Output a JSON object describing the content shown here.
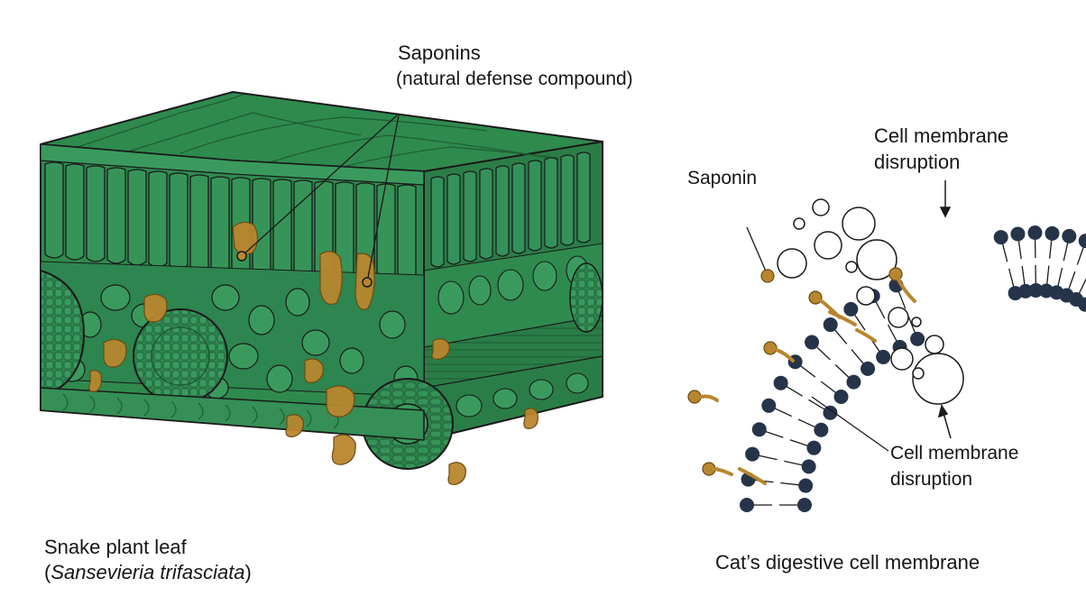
{
  "leaf": {
    "saponins_title": "Saponins",
    "saponins_subtitle": "(natural defense compound)",
    "caption_line1": "Snake plant leaf",
    "caption_open": "(",
    "caption_species": "Sansevieria trifasciata",
    "caption_close": ")"
  },
  "membrane": {
    "saponin_label": "Saponin",
    "disruption_top_line1": "Cell membrane",
    "disruption_top_line2": "disruption",
    "disruption_bottom_line1": "Cell membrane",
    "disruption_bottom_line2": "disruption",
    "caption": "Cat’s digestive cell membrane"
  },
  "colors": {
    "leaf_green": "#2f8a4e",
    "leaf_dark": "#1f5e35",
    "saponin_gold": "#b8862e",
    "lipid_head": "#26344a",
    "outline": "#1a1a1a"
  }
}
